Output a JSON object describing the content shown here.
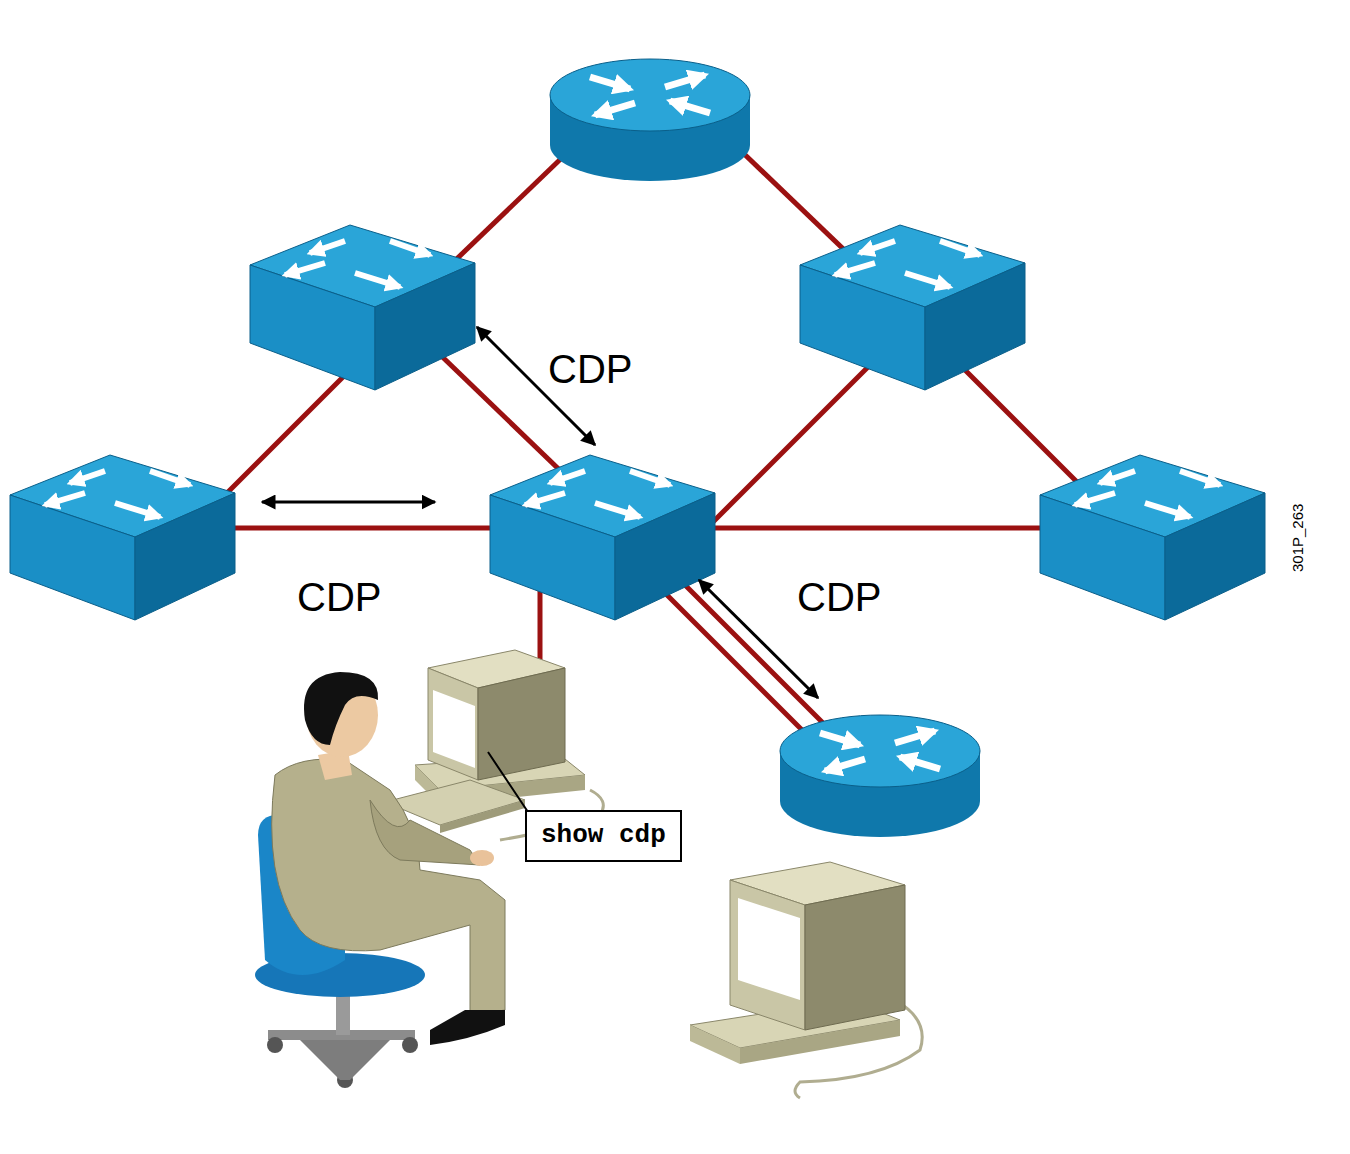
{
  "diagram": {
    "nodes": [
      {
        "text": [
          "show cdp"
        ]
      }
    ],
    "labels": [
      "CDP",
      "CDP",
      "CDP",
      "301P_263"
    ]
  }
}
